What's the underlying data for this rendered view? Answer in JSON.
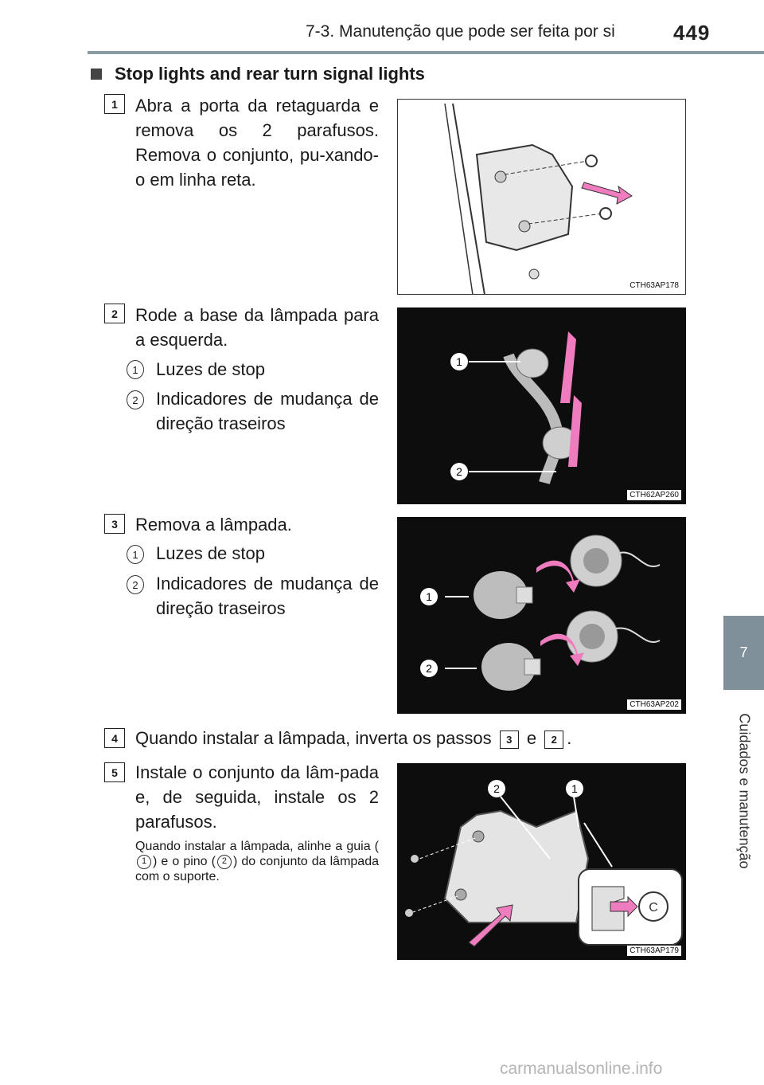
{
  "header": {
    "title": "7-3. Manutenção que pode ser feita por si",
    "page_number": "449"
  },
  "side_tab": {
    "number": "7",
    "label": "Cuidados e manutenção"
  },
  "section": {
    "heading": "Stop lights and rear turn signal lights"
  },
  "steps": [
    {
      "num": "1",
      "text": "Abra a porta da retaguarda e remova os 2 parafusos. Remova o conjunto, pu-xando-o em linha reta.",
      "figure_code": "CTH63AP178"
    },
    {
      "num": "2",
      "text": "Rode a base da lâmpada para a esquerda.",
      "items": [
        {
          "num": "1",
          "text": "Luzes de stop"
        },
        {
          "num": "2",
          "text": "Indicadores de mudança de direção traseiros"
        }
      ],
      "figure_code": "CTH62AP260"
    },
    {
      "num": "3",
      "text": "Remova a lâmpada.",
      "items": [
        {
          "num": "1",
          "text": "Luzes de stop"
        },
        {
          "num": "2",
          "text": "Indicadores de mudança de direção traseiros"
        }
      ],
      "figure_code": "CTH63AP202"
    },
    {
      "num": "4",
      "text_before": "Quando instalar a lâmpada, inverta os passos",
      "ref_a": "3",
      "connector": "e",
      "ref_b": "2",
      "text_after": "."
    },
    {
      "num": "5",
      "text": "Instale o conjunto da lâm-pada e, de seguida, instale os 2 parafusos.",
      "note_part1": "Quando instalar a lâmpada, alinhe a guia (",
      "note_ref1": "1",
      "note_part2": ") e o pino (",
      "note_ref2": "2",
      "note_part3": ") do conjunto da lâmpada com o suporte.",
      "figure_code": "CTH63AP179",
      "callout_letter": "C"
    }
  ],
  "figure_callouts": {
    "one": "1",
    "two": "2"
  },
  "footer": {
    "watermark": "carmanualsonline.info"
  },
  "colors": {
    "accent_arrow": "#f07cc0",
    "rule": "#8a9aa3",
    "tab": "#7f909a"
  }
}
